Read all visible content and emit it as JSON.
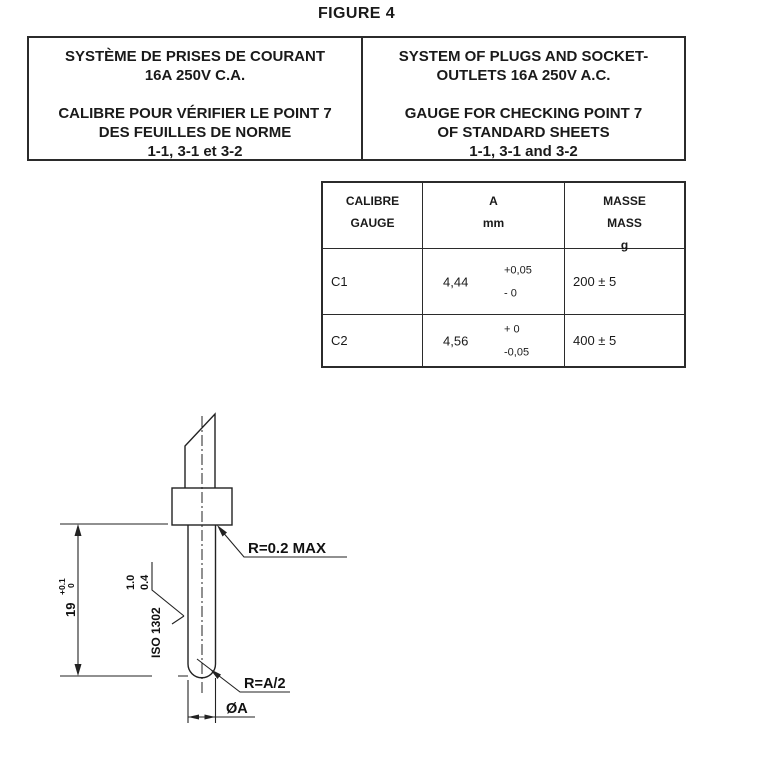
{
  "page": {
    "title": "FIGURE 4"
  },
  "header_box": {
    "french": [
      "SYSTÈME DE PRISES DE COURANT",
      "16A 250V C.A.",
      "CALIBRE POUR VÉRIFIER LE POINT 7",
      "DES FEUILLES DE NORME",
      "1-1, 3-1 et 3-2"
    ],
    "english": [
      "SYSTEM OF PLUGS AND SOCKET-",
      "OUTLETS 16A 250V A.C.",
      "GAUGE FOR CHECKING POINT 7",
      "OF STANDARD SHEETS",
      "1-1, 3-1 and 3-2"
    ]
  },
  "table": {
    "col1_header": [
      "CALIBRE",
      "GAUGE"
    ],
    "col2_header": [
      "A",
      "mm"
    ],
    "col3_header": [
      "MASSE",
      "MASS",
      "g"
    ],
    "rows": [
      {
        "gauge": "C1",
        "a_value": "4,44",
        "a_tol_upper": "+0,05",
        "a_tol_lower": "- 0",
        "mass": "200 ± 5"
      },
      {
        "gauge": "C2",
        "a_value": "4,56",
        "a_tol_upper": "+ 0",
        "a_tol_lower": "-0,05",
        "mass": "400 ± 5"
      }
    ]
  },
  "drawing": {
    "length_dim": "19",
    "length_tol_upper": "+0.1",
    "length_tol_lower": "0",
    "roughness_value_max": "1.0",
    "roughness_value_min": "0.4",
    "roughness_standard": "ISO 1302",
    "fillet_radius_label": "R=0.2 MAX",
    "tip_radius_label": "R=A/2",
    "diameter_label": "ØA"
  }
}
